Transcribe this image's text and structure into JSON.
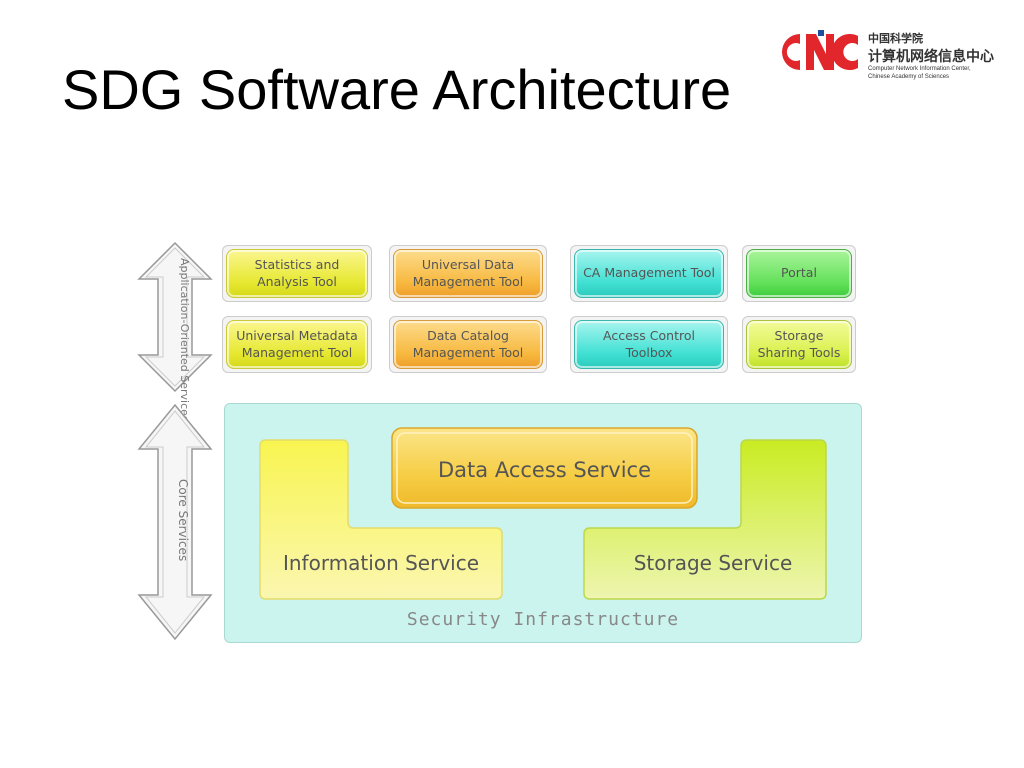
{
  "slide": {
    "title": "SDG Software Architecture"
  },
  "logo": {
    "mark_text": "CNC",
    "cn_line1": "中国科学院",
    "cn_line2": "计算机网络信息中心",
    "en_line1": "Computer Network Information Center,",
    "en_line2": "Chinese Academy of Sciences",
    "colors": {
      "red": "#e1262c",
      "blue": "#1f4e9c"
    }
  },
  "arrows": {
    "application_label": "Application-Oriented Services",
    "core_label": "Core Services"
  },
  "tools": [
    {
      "id": "statistics",
      "label": "Statistics and Analysis Tool",
      "color": "yellow"
    },
    {
      "id": "universal-data",
      "label": "Universal Data Management Tool",
      "color": "orange"
    },
    {
      "id": "ca",
      "label": "CA Management Tool",
      "color": "cyan"
    },
    {
      "id": "portal",
      "label": "Portal",
      "color": "green"
    },
    {
      "id": "universal-metadata",
      "label": "Universal Metadata Management Tool",
      "color": "yellow"
    },
    {
      "id": "data-catalog",
      "label": "Data Catalog Management Tool",
      "color": "orange"
    },
    {
      "id": "access-control",
      "label": "Access  Control Toolbox",
      "color": "cyan"
    },
    {
      "id": "storage-sharing",
      "label": "Storage Sharing Tools",
      "color": "lime"
    }
  ],
  "core": {
    "data_access": "Data Access Service",
    "information": "Information Service",
    "storage": "Storage Service",
    "security": "Security Infrastructure"
  }
}
